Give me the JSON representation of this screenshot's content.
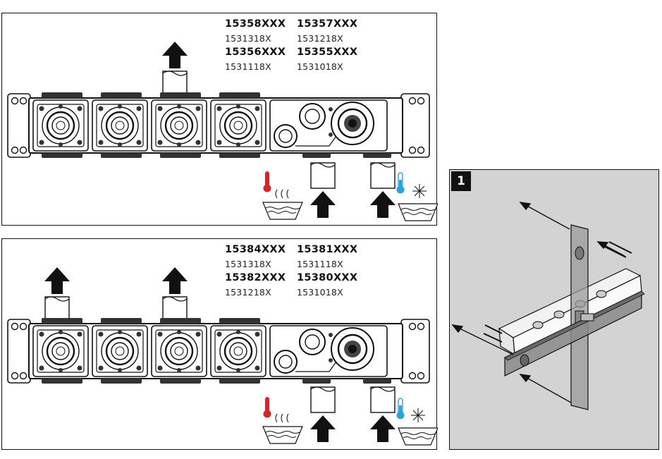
{
  "top_panel": {
    "codes": [
      [
        "15358XXX",
        "15357XXX"
      ],
      [
        "1531318X",
        "1531218X"
      ],
      [
        "15356XXX",
        "15355XXX"
      ],
      [
        "1531118X",
        "1531018X"
      ]
    ]
  },
  "bottom_panel": {
    "codes": [
      [
        "15384XXX",
        "15381XXX"
      ],
      [
        "1531318X",
        "1531118X"
      ],
      [
        "15382XXX",
        "15380XXX"
      ],
      [
        "1531218X",
        "1531018X"
      ]
    ]
  },
  "step_panel": {
    "step_number": "1"
  },
  "icons": {
    "hot": "hot-water-icon",
    "cold": "cold-water-icon",
    "outlet": "outlet-arrow-icon",
    "inlet": "inlet-arrow-icon"
  },
  "colors": {
    "hot": "#d8232a",
    "cold": "#2aa4d8",
    "step_bg": "#d3d3d3"
  }
}
